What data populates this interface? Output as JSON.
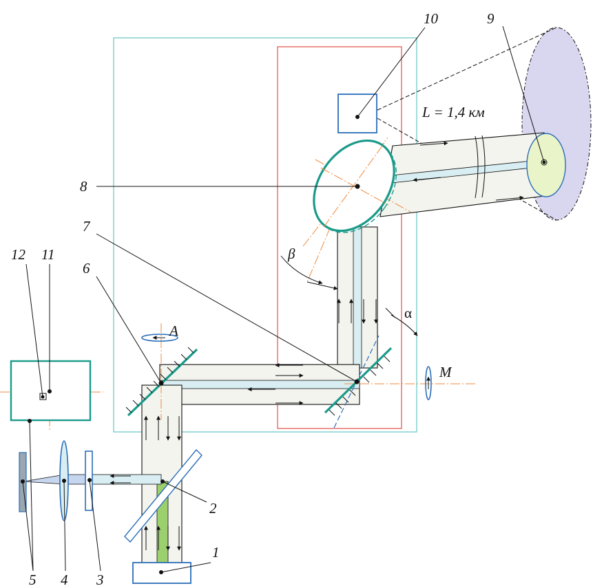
{
  "labels": {
    "n1": "1",
    "n2": "2",
    "n3": "3",
    "n4": "4",
    "n5": "5",
    "n6": "6",
    "n7": "7",
    "n8": "8",
    "n9": "9",
    "n10": "10",
    "n11": "11",
    "n12": "12",
    "distance": "L = 1,4 км",
    "beta": "β",
    "alpha": "α",
    "A": "A",
    "M": "M"
  },
  "colors": {
    "outer_frame": "#62c4c0",
    "inner_frame": "#e0514a",
    "teal_optics": "#1a9a8a",
    "blue_optics": "#2a6db8",
    "axis_orange": "#f08a3c",
    "beam_fill": "#f3f4ee",
    "green_beam": "#9ccf6e",
    "target_disk": "#d9d6ef",
    "target_spot": "#e9f4c8"
  }
}
